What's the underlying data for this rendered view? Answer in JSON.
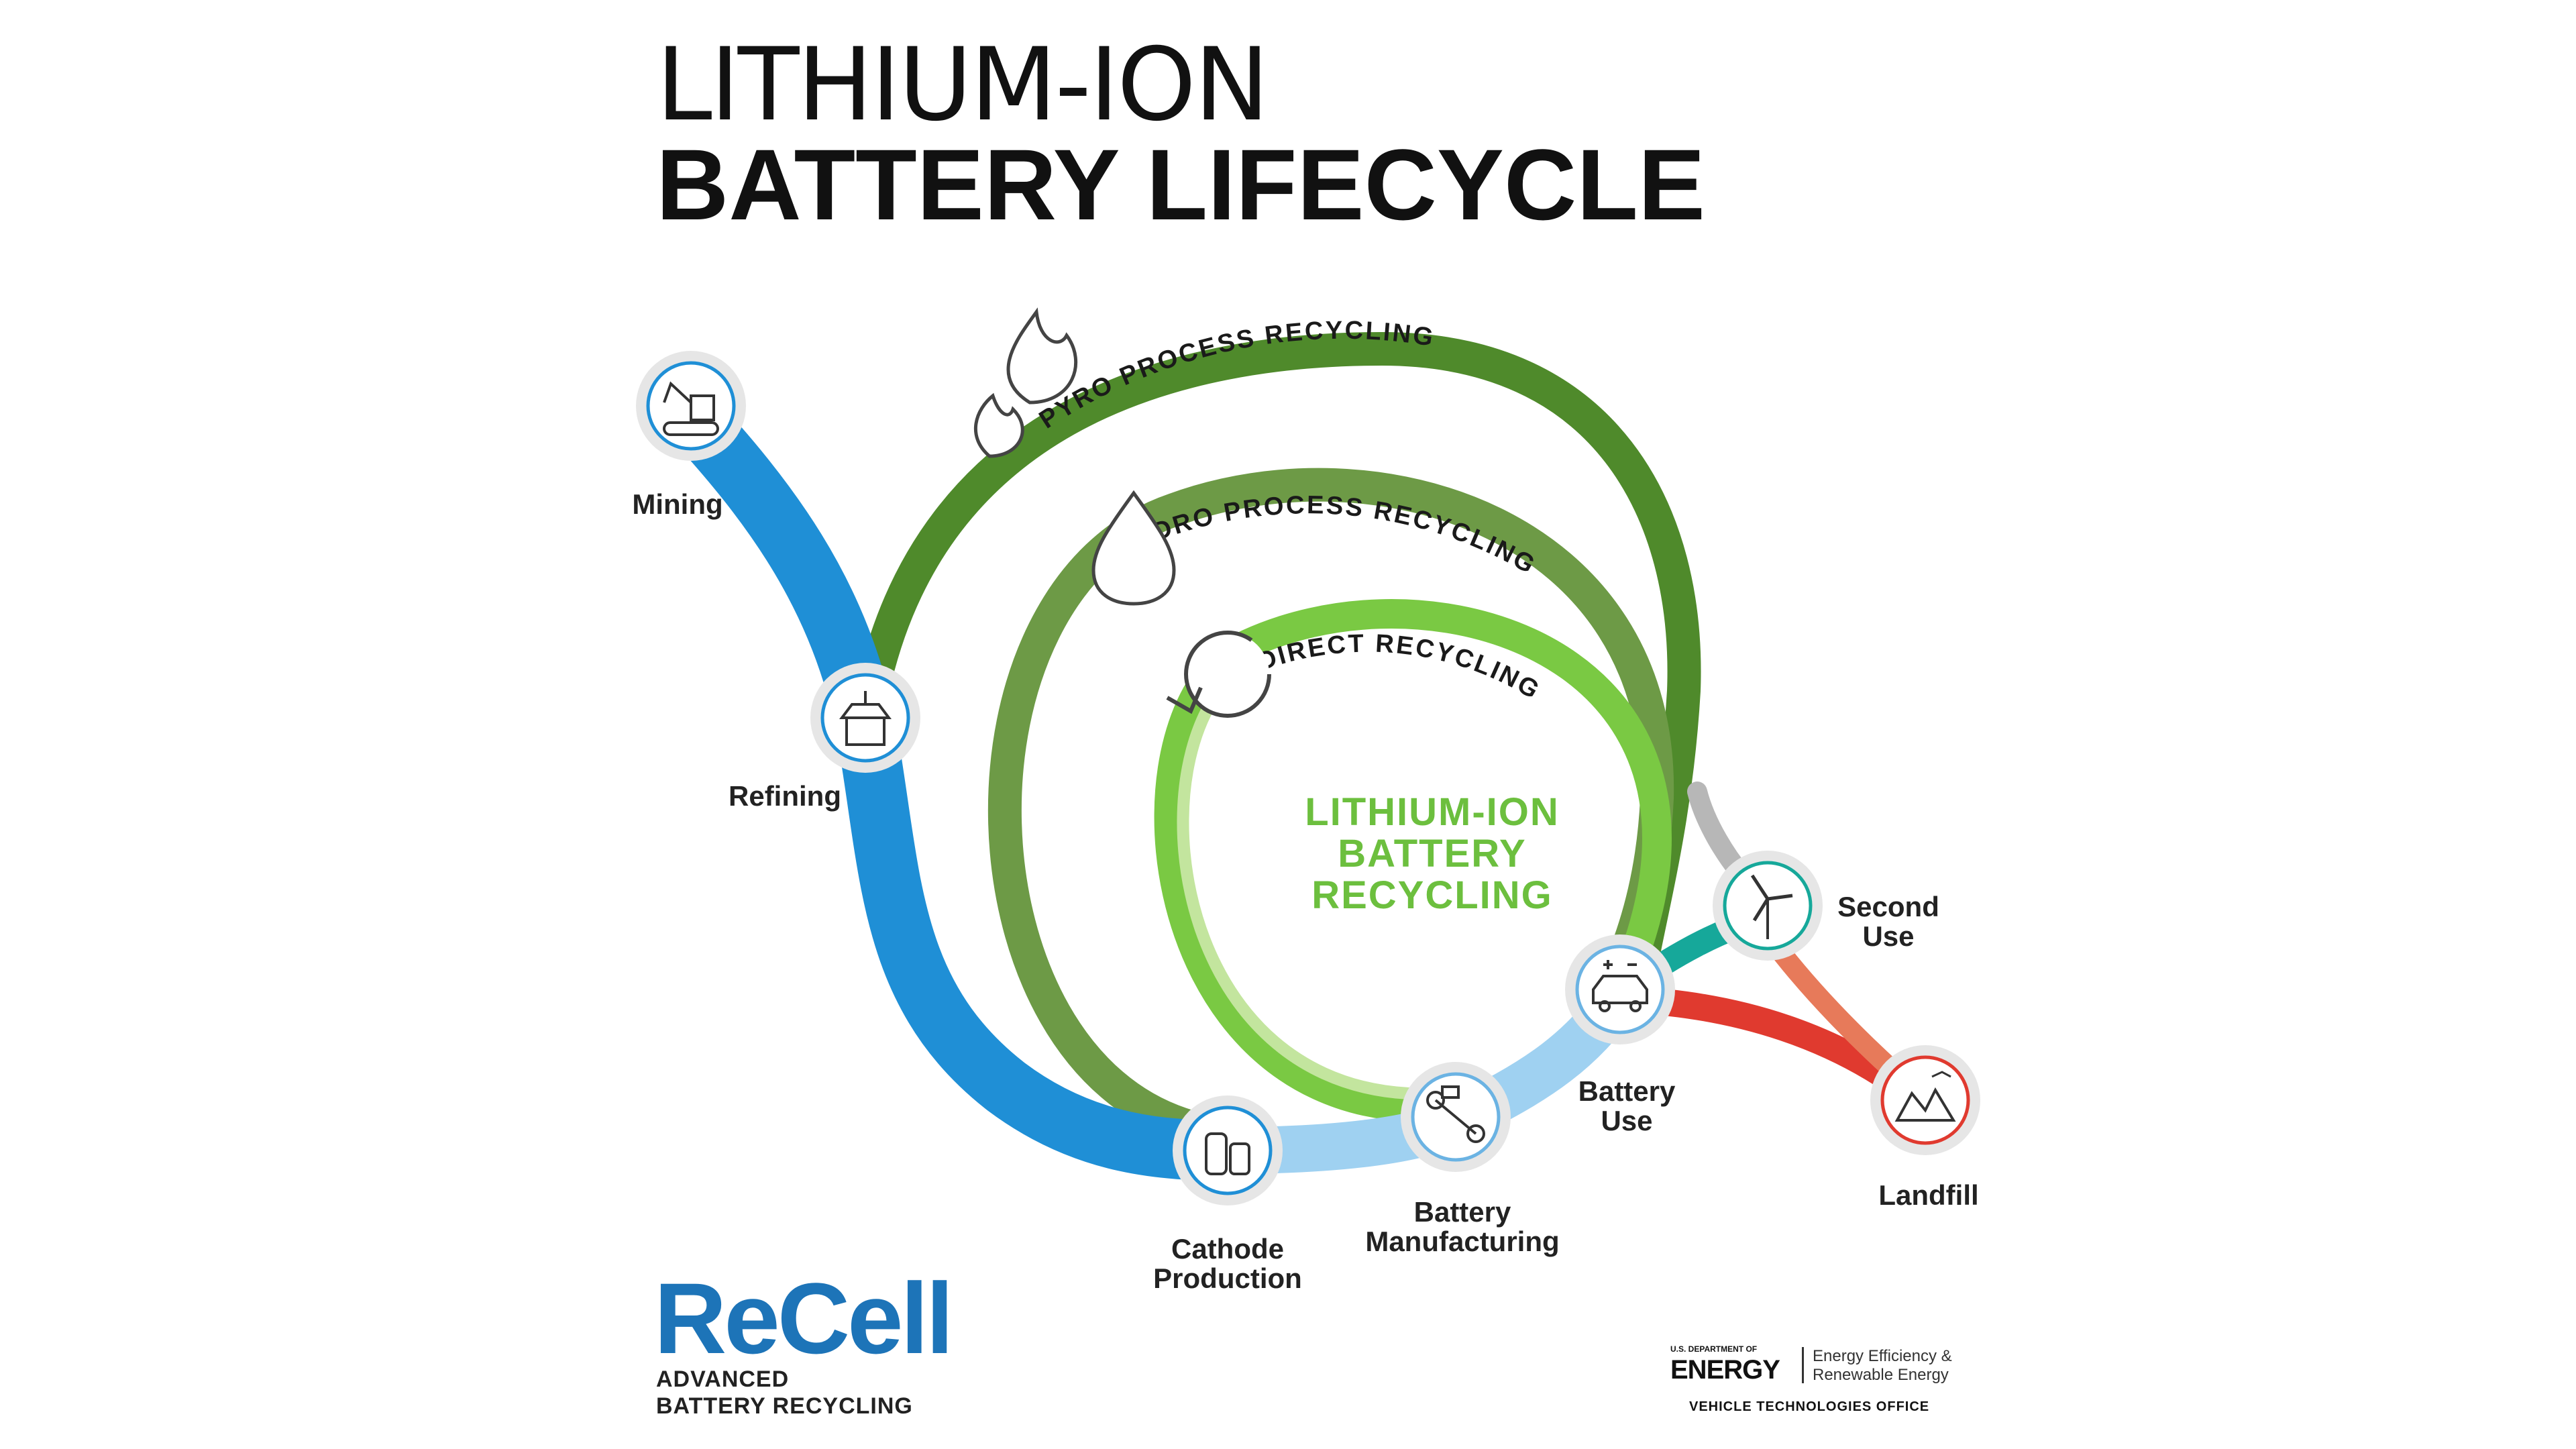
{
  "title": {
    "line1": "LITHIUM-ION",
    "line2": "BATTERY LIFECYCLE"
  },
  "center_title": {
    "line1": "LITHIUM-ION",
    "line2": "BATTERY",
    "line3": "RECYCLING"
  },
  "loops": {
    "pyro": "PYRO PROCESS RECYCLING",
    "hydro": "HYDRO PROCESS RECYCLING",
    "direct": "DIRECT RECYCLING"
  },
  "stages": {
    "mining": "Mining",
    "refining": "Refining",
    "cathode": {
      "line1": "Cathode",
      "line2": "Production"
    },
    "manufacturing": {
      "line1": "Battery",
      "line2": "Manufacturing"
    },
    "battery_use": {
      "line1": "Battery",
      "line2": "Use"
    },
    "second_use": {
      "line1": "Second",
      "line2": "Use"
    },
    "landfill": "Landfill"
  },
  "logo": {
    "recell": "ReCell",
    "recell_sub1": "ADVANCED",
    "recell_sub2": "BATTERY RECYCLING",
    "doe_small": "U.S. DEPARTMENT OF",
    "doe_big": "ENERGY",
    "doe_office1": "Energy Efficiency &",
    "doe_office2": "Renewable Energy",
    "doe_vto": "VEHICLE TECHNOLOGIES OFFICE"
  },
  "colors": {
    "mining_path": "#1f8fd6",
    "manufacturing_path": "#9fd1f1",
    "pyro_loop": "#4f8a2b",
    "hydro_loop": "#6d9a46",
    "direct_loop": "#7ac943",
    "second_use_path": "#16a89a",
    "landfill_path": "#e03a2f",
    "center_text": "#6cbf3e"
  },
  "icons": {
    "mining": "excavator-icon",
    "refining": "refinery-icon",
    "cathode": "tanks-icon",
    "manufacturing": "conveyor-icon",
    "battery_use": "car-battery-icon",
    "second_use": "wind-turbine-icon",
    "landfill": "landfill-icon",
    "pyro": "flame-icon",
    "hydro": "droplet-icon",
    "direct": "cycle-arrow-icon"
  }
}
